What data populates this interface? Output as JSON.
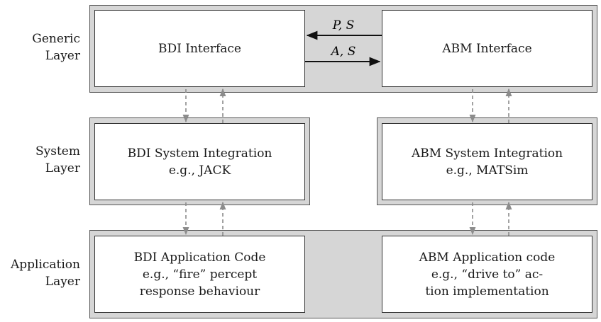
{
  "layers": {
    "generic": [
      "Generic",
      "Layer"
    ],
    "system": [
      "System",
      "Layer"
    ],
    "application": [
      "Application",
      "Layer"
    ]
  },
  "boxes": {
    "bdi_interface": [
      "BDI Interface"
    ],
    "abm_interface": [
      "ABM Interface"
    ],
    "bdi_system": [
      "BDI System Integration",
      "e.g., JACK"
    ],
    "abm_system": [
      "ABM System Integration",
      "e.g., MATSim"
    ],
    "bdi_app": [
      "BDI Application Code",
      "e.g., “fire” percept",
      "response behaviour"
    ],
    "abm_app": [
      "ABM Application code",
      "e.g., “drive to” ac-",
      "tion implementation"
    ]
  },
  "messages": {
    "abm_to_bdi": "P, S",
    "bdi_to_abm": "A, S"
  }
}
